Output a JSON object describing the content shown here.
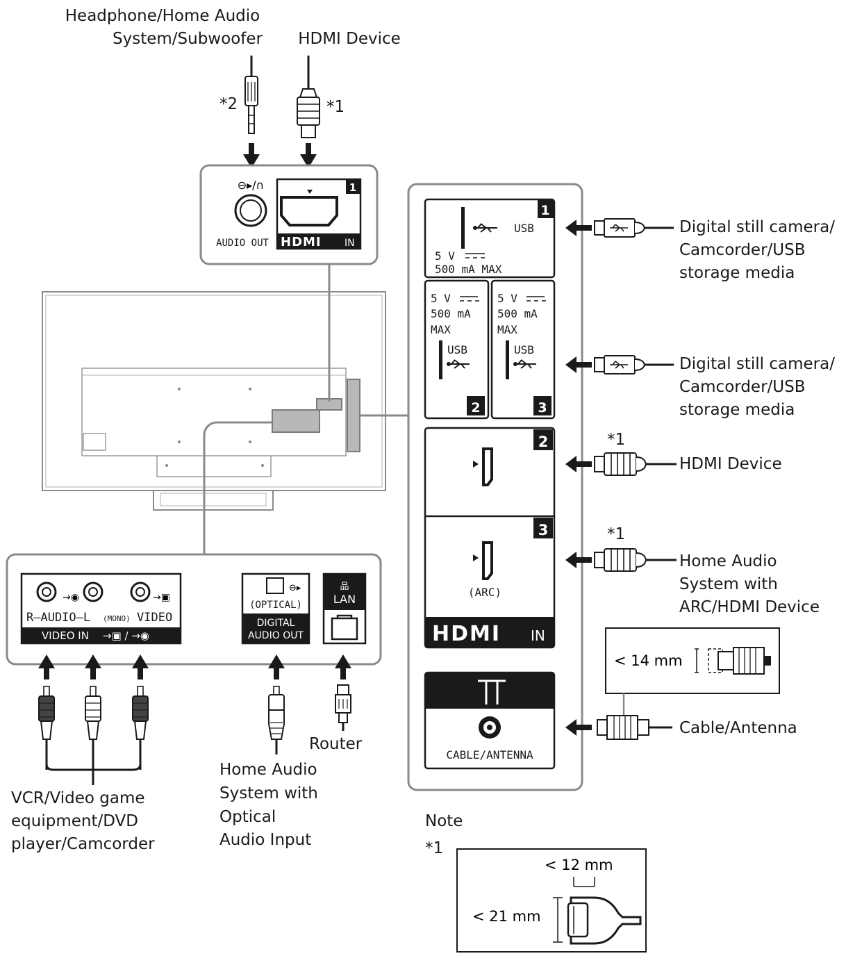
{
  "labels": {
    "top_audio_line1": "Headphone/Home Audio",
    "top_audio_line2": "System/Subwoofer",
    "top_hdmi": "HDMI Device",
    "usb_device_1": [
      "Digital still camera/",
      "Camcorder/USB",
      "storage media"
    ],
    "usb_device_2": [
      "Digital still camera/",
      "Camcorder/USB",
      "storage media"
    ],
    "hdmi_device_2": "HDMI Device",
    "arc_device": [
      "Home Audio",
      "System with",
      "ARC/HDMI Device"
    ],
    "cable_antenna": "Cable/Antenna",
    "vcr_device": [
      "VCR/Video game",
      "equipment/DVD",
      "player/Camcorder"
    ],
    "optical_device": [
      "Home Audio",
      "System with",
      "Optical",
      "Audio Input"
    ],
    "router": "Router",
    "note_title": "Note",
    "note_ref": "*1"
  },
  "footnotes": {
    "star1": "*1",
    "star2": "*2"
  },
  "ports": {
    "audio_out": "AUDIO OUT",
    "hdmi_logo": "HDMI",
    "hdmi_in": "IN",
    "usb": "USB",
    "power_5v": "5 V",
    "power_ma": "500 mA MAX",
    "power_ma_short": "500 mA",
    "power_max": "MAX",
    "num_1": "1",
    "num_2": "2",
    "num_3": "3",
    "arc": "(ARC)",
    "cable_antenna": "CABLE/ANTENNA",
    "r_audio_l": "R–AUDIO–L",
    "mono": "(MONO)",
    "video": "VIDEO",
    "video_in": "VIDEO IN",
    "optical": "(OPTICAL)",
    "digital": "DIGITAL",
    "audio_out_2": "AUDIO OUT",
    "lan": "LAN"
  },
  "dimensions": {
    "coax_limit": "< 14 mm",
    "hdmi_width": "< 12 mm",
    "hdmi_height": "< 21 mm"
  },
  "icons": [
    "usb-icon",
    "hdmi-plug-icon",
    "usb-plug-icon",
    "coax-plug-icon",
    "rca-plug-icon",
    "optical-plug-icon",
    "lan-plug-icon",
    "headphone-plug-icon",
    "antenna-icon",
    "arrow-icon"
  ]
}
